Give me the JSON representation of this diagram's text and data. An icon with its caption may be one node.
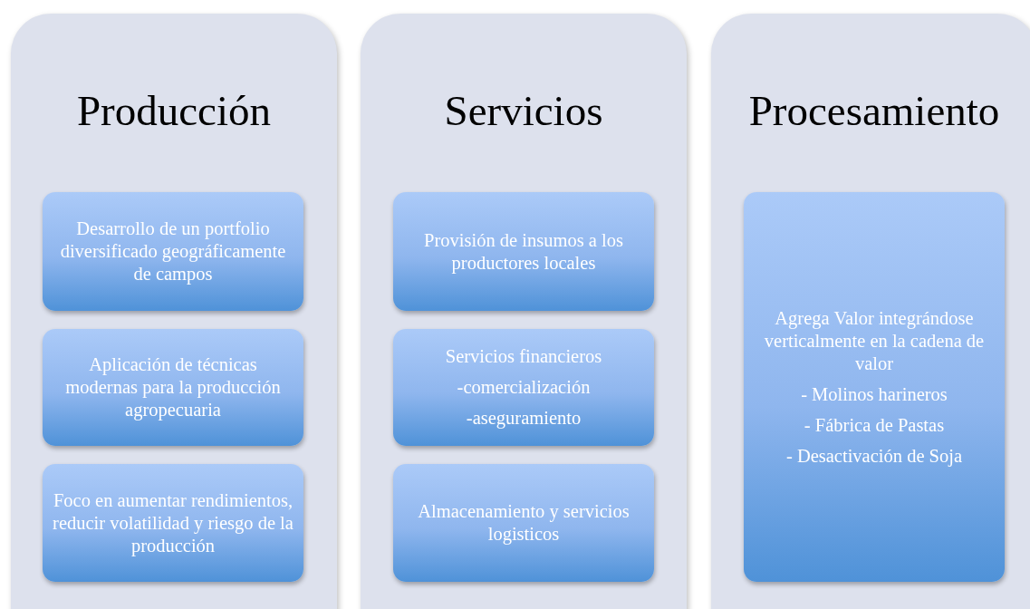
{
  "diagram": {
    "nodes": [
      {
        "text": [
          "Producción"
        ]
      },
      {
        "text": [
          "Desarrollo de un portfolio diversificado geográficamente de campos"
        ],
        "in": 0
      },
      {
        "text": [
          "Aplicación de técnicas modernas para la producción agropecuaria"
        ],
        "in": 0
      },
      {
        "text": [
          "Foco en aumentar rendimientos, reducir volatilidad y riesgo de la producción"
        ],
        "in": 0
      },
      {
        "text": [
          "Servicios"
        ]
      },
      {
        "text": [
          "Provisión de insumos a los productores locales"
        ],
        "in": 4
      },
      {
        "text": [
          "Servicios financieros",
          "-comercialización",
          "-aseguramiento"
        ],
        "in": 4
      },
      {
        "text": [
          "Almacenamiento y servicios logisticos"
        ],
        "in": 4
      },
      {
        "text": [
          "Procesamiento"
        ]
      },
      {
        "text": [
          "Agrega Valor integrándose verticalmente en la cadena de valor",
          "- Molinos harineros",
          "- Fábrica de Pastas",
          "- Desactivación de Soja"
        ],
        "in": 8
      }
    ]
  }
}
